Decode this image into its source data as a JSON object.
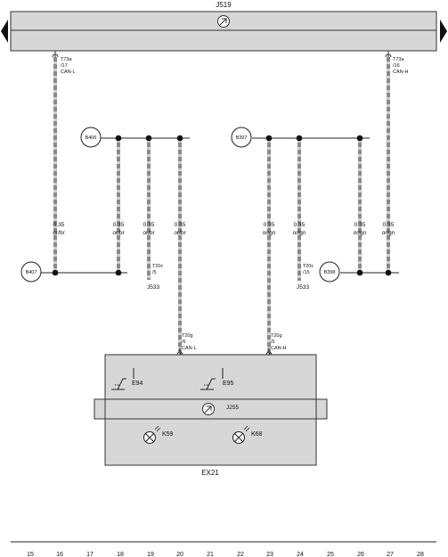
{
  "header": {
    "title": "J519"
  },
  "top_connectors": {
    "left": {
      "pin_line1": "T73a",
      "pin_line2": "/17",
      "signal": "CAN-L"
    },
    "right": {
      "pin_line1": "T73a",
      "pin_line2": "/16",
      "signal": "CAN-H"
    }
  },
  "connection_points": {
    "b406": "B406",
    "b397": "B397",
    "b407": "B407",
    "b398": "B398"
  },
  "wires": [
    {
      "gauge": "0.35",
      "color": "or/br"
    },
    {
      "gauge": "0.35",
      "color": "or/br"
    },
    {
      "gauge": "0.35",
      "color": "or/br"
    },
    {
      "gauge": "0.35",
      "color": "or/br"
    },
    {
      "gauge": "0.35",
      "color": "or/gn"
    },
    {
      "gauge": "0.35",
      "color": "or/gn"
    },
    {
      "gauge": "0.35",
      "color": "or/gn"
    },
    {
      "gauge": "0.35",
      "color": "or/gn"
    }
  ],
  "j533_connectors": {
    "left": {
      "pin_line1": "T20c",
      "pin_line2": "/5",
      "device": "J533"
    },
    "right": {
      "pin_line1": "T20c",
      "pin_line2": "/15",
      "device": "J533"
    }
  },
  "unit_connectors": {
    "left": {
      "pin_line1": "T20g",
      "pin_line2": "/6",
      "signal": "CAN-L"
    },
    "right": {
      "pin_line1": "T20g",
      "pin_line2": "/5",
      "signal": "CAN-H"
    }
  },
  "unit": {
    "label": "EX21",
    "module": "J255",
    "switch_left": "E94",
    "switch_right": "E95",
    "lamp_left": "K59",
    "lamp_right": "K68"
  },
  "footer": {
    "columns": [
      "15",
      "16",
      "17",
      "18",
      "19",
      "20",
      "21",
      "22",
      "23",
      "24",
      "25",
      "26",
      "27",
      "28"
    ]
  }
}
